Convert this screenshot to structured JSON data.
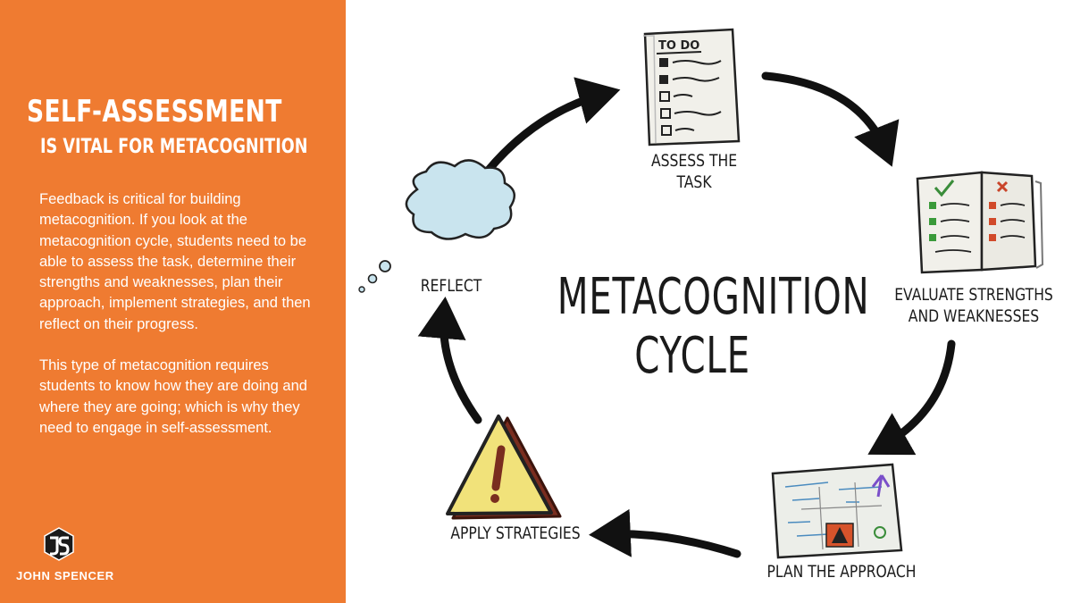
{
  "left_panel": {
    "title": "SELF-ASSESSMENT",
    "subtitle": "IS VITAL FOR METACOGNITION",
    "paragraph_1": "Feedback is critical for building metacognition. If you look at the metacognition cycle, students need to be able to assess the task, determine their strengths and weaknesses, plan their approach, implement strategies, and then reflect on their progress.",
    "paragraph_2": "This type of metacognition requires students to know how they are doing and where they are going; which is why they need to engage in self-assessment.",
    "brand_name": "JOHN SPENCER",
    "background_color": "#ef7b31"
  },
  "diagram": {
    "center_title_line1": "METACOGNITION",
    "center_title_line2": "CYCLE",
    "steps": {
      "assess": "ASSESS THE TASK",
      "evaluate": "EVALUATE STRENGTHS AND WEAKNESSES",
      "plan": "PLAN THE APPROACH",
      "apply": "APPLY STRATEGIES",
      "reflect": "REFLECT"
    },
    "todo_heading": "TO DO"
  }
}
